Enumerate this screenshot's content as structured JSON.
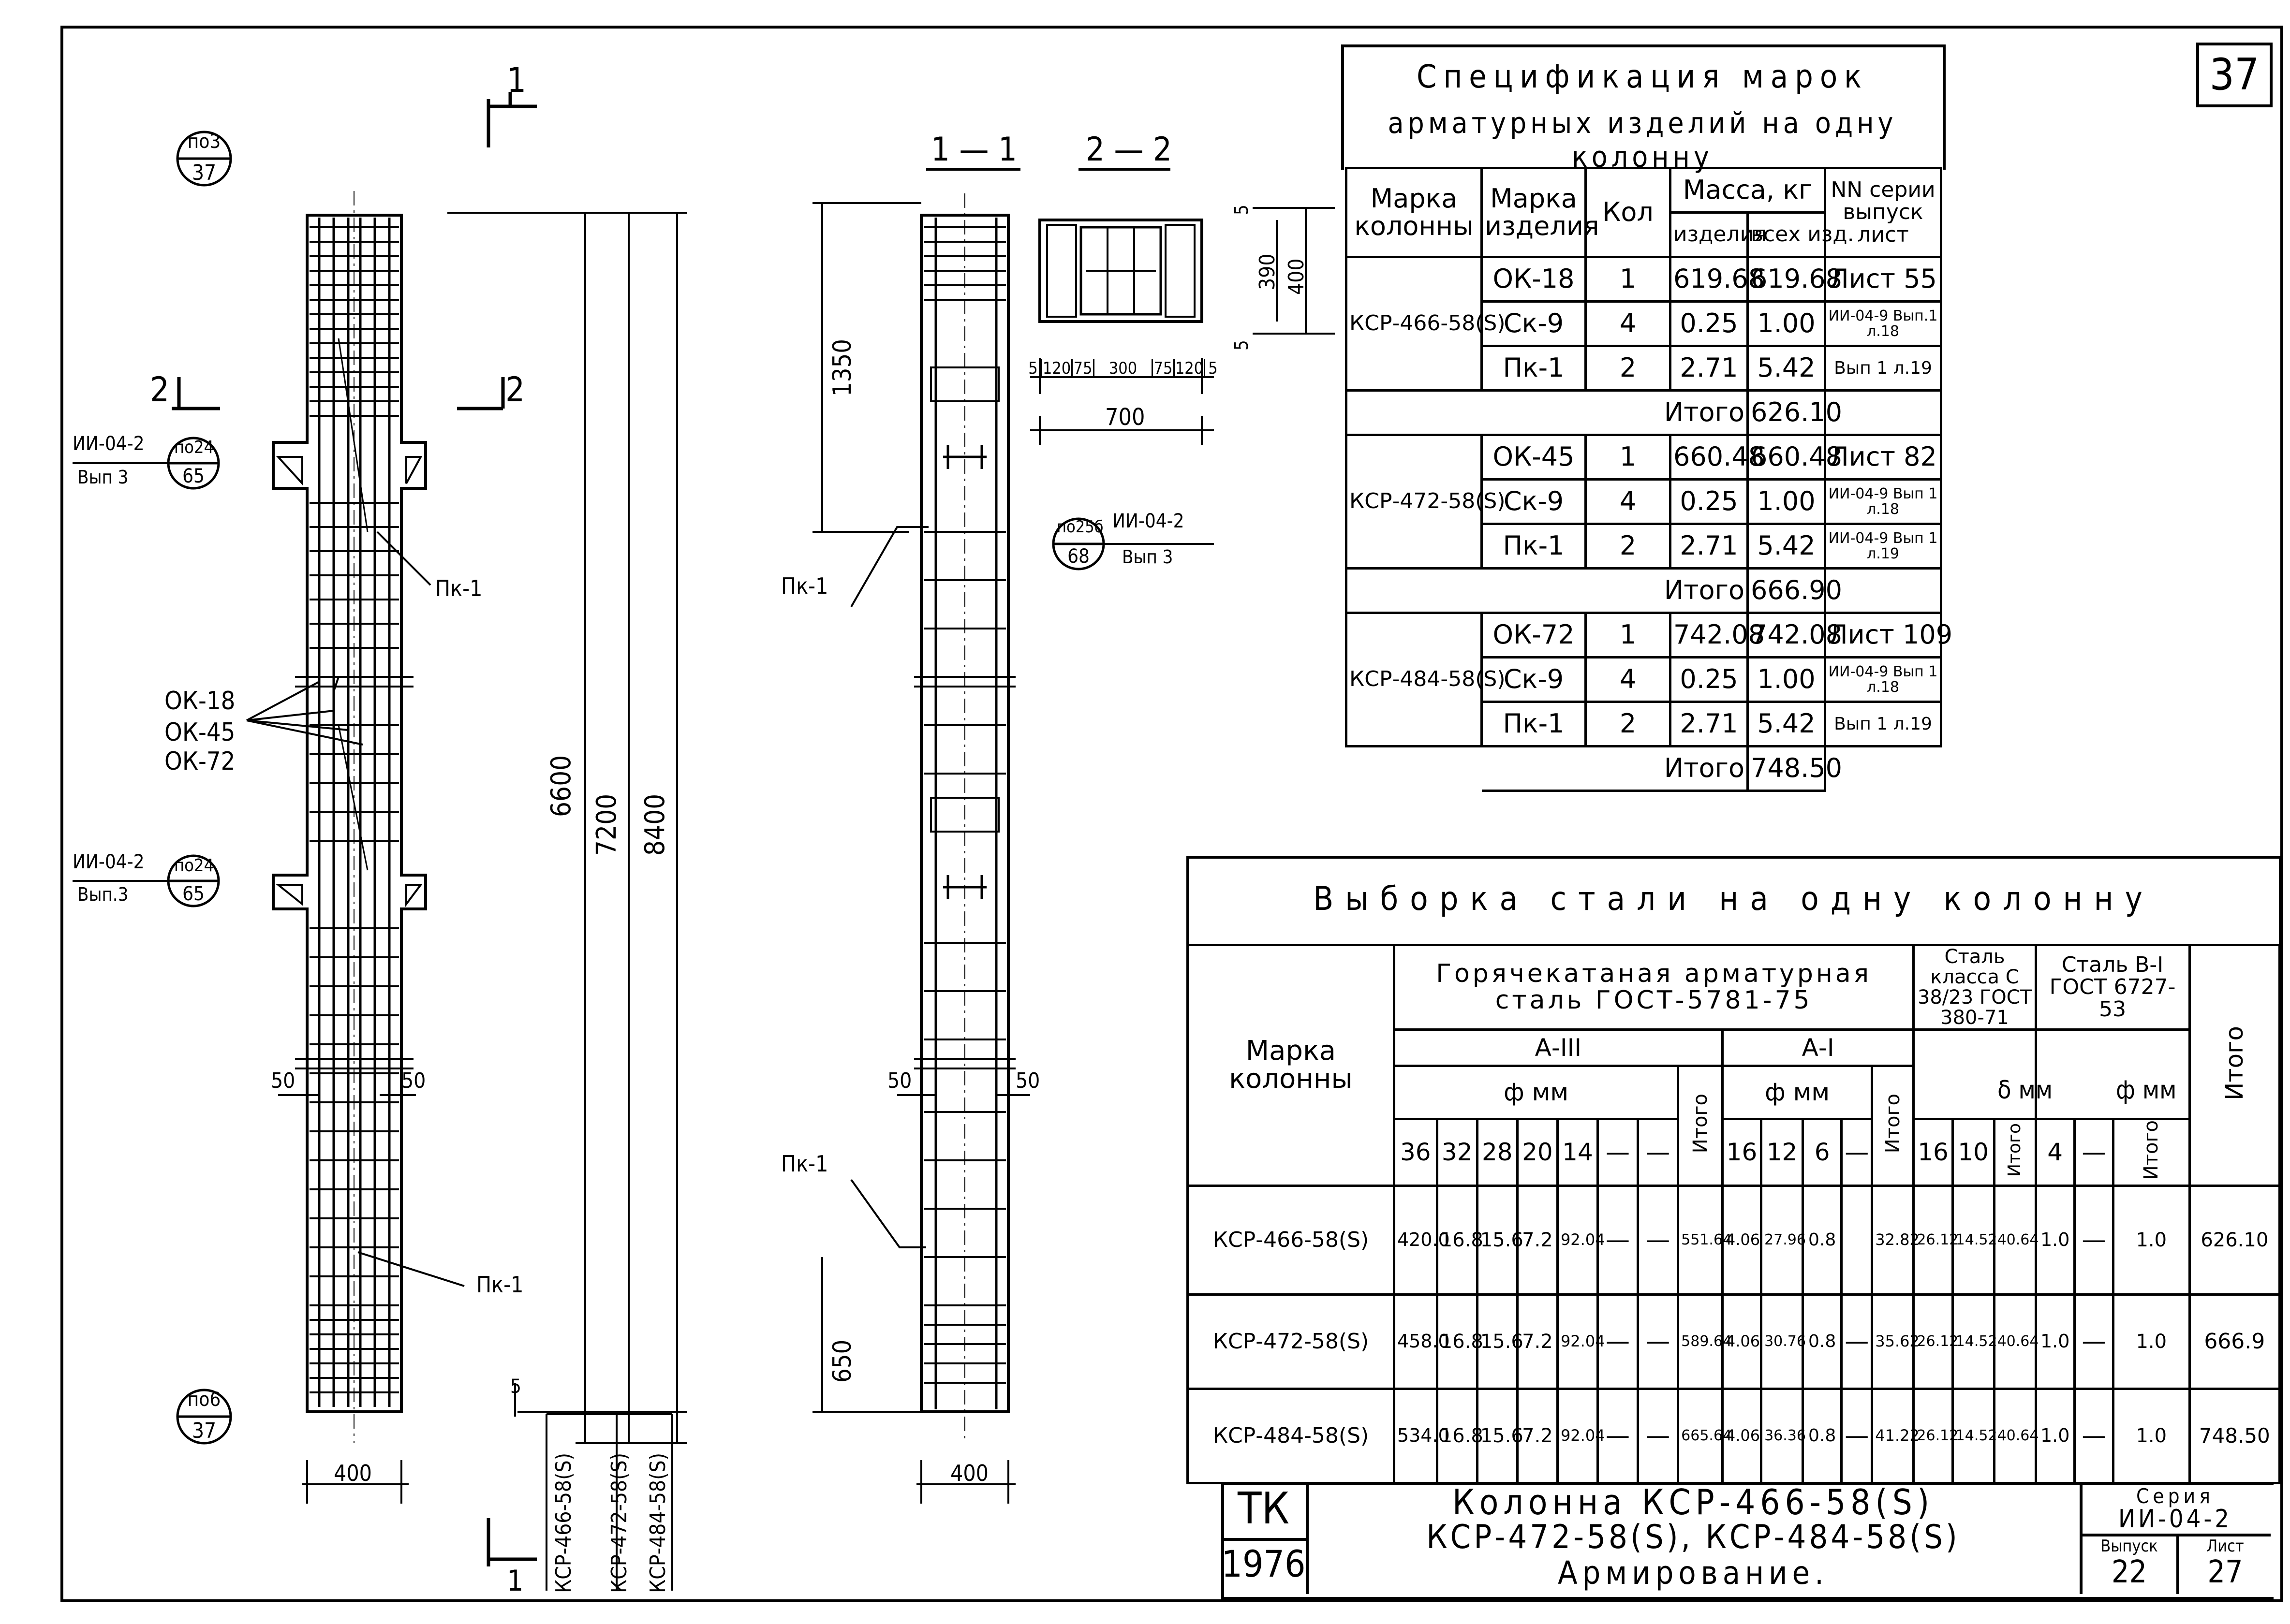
{
  "sheet_number": "37",
  "spec": {
    "title_line1": "Спецификация марок",
    "title_line2": "арматурных изделий на одну колонну",
    "headers": {
      "marka_kolonny": "Марка колонны",
      "marka_izdeliya": "Марка изделия",
      "kol": "Кол",
      "massa": "Масса, кг",
      "izdeliya": "изделия",
      "vseh": "всех изд.",
      "nn": "NN серии выпуск лист"
    },
    "groups": [
      {
        "column": "КСР-466-58(S)",
        "rows": [
          {
            "item": "ОК-18",
            "qty": "1",
            "mass": "619.68",
            "total": "619.68",
            "ref": "Лист 55"
          },
          {
            "item": "Ск-9",
            "qty": "4",
            "mass": "0.25",
            "total": "1.00",
            "ref": "ИИ-04-9 Вып.1 л.18"
          },
          {
            "item": "Пк-1",
            "qty": "2",
            "mass": "2.71",
            "total": "5.42",
            "ref": "Вып 1 л.19"
          }
        ],
        "itogo_label": "Итого",
        "itogo": "626.10"
      },
      {
        "column": "КСР-472-58(S)",
        "rows": [
          {
            "item": "ОК-45",
            "qty": "1",
            "mass": "660.48",
            "total": "660.48",
            "ref": "Лист 82"
          },
          {
            "item": "Ск-9",
            "qty": "4",
            "mass": "0.25",
            "total": "1.00",
            "ref": "ИИ-04-9 Вып 1 л.18"
          },
          {
            "item": "Пк-1",
            "qty": "2",
            "mass": "2.71",
            "total": "5.42",
            "ref": "ИИ-04-9 Вып 1 л.19"
          }
        ],
        "itogo_label": "Итого",
        "itogo": "666.90"
      },
      {
        "column": "КСР-484-58(S)",
        "rows": [
          {
            "item": "ОК-72",
            "qty": "1",
            "mass": "742.08",
            "total": "742.08",
            "ref": "Лист 109"
          },
          {
            "item": "Ск-9",
            "qty": "4",
            "mass": "0.25",
            "total": "1.00",
            "ref": "ИИ-04-9 Вып 1 л.18"
          },
          {
            "item": "Пк-1",
            "qty": "2",
            "mass": "2.71",
            "total": "5.42",
            "ref": "Вып 1 л.19"
          }
        ],
        "itogo_label": "Итого",
        "itogo": "748.50"
      }
    ]
  },
  "steel": {
    "title": "Выборка стали на одну колонну",
    "marka_kolonny": "Марка колонны",
    "hot_rolled": "Горячекатаная арматурная сталь ГОСТ-5781-75",
    "class_c": "Сталь класса С 38/23 ГОСТ 380-71",
    "class_b": "Сталь В-I ГОСТ 6727-53",
    "a3": "А-III",
    "a1": "А-I",
    "phi_mm": "ф мм",
    "delta_mm": "δ мм",
    "itogo": "Итого",
    "dash": "—",
    "diam_a3": [
      "36",
      "32",
      "28",
      "20",
      "14",
      "—",
      "—"
    ],
    "diam_a1": [
      "16",
      "12",
      "6",
      "—"
    ],
    "diam_c": [
      "16",
      "10"
    ],
    "diam_b": [
      "4",
      "—"
    ],
    "rows": [
      {
        "column": "КСР-466-58(S)",
        "a3": [
          "420.0",
          "16.8",
          "15.6",
          "7.2",
          "92.04",
          "—",
          "—"
        ],
        "a3_total": "551.64",
        "a1": [
          "4.06",
          "27.96",
          "0.8",
          ""
        ],
        "a1_total": "32.82",
        "c": [
          "26.12",
          "14.52"
        ],
        "c_total": "40.64",
        "b": [
          "1.0",
          "—"
        ],
        "b_total": "1.0",
        "total": "626.10"
      },
      {
        "column": "КСР-472-58(S)",
        "a3": [
          "458.0",
          "16.8",
          "15.6",
          "7.2",
          "92.04",
          "—",
          "—"
        ],
        "a3_total": "589.64",
        "a1": [
          "4.06",
          "30.76",
          "0.8",
          "—"
        ],
        "a1_total": "35.62",
        "c": [
          "26.12",
          "14.52"
        ],
        "c_total": "40.64",
        "b": [
          "1.0",
          "—"
        ],
        "b_total": "1.0",
        "total": "666.9"
      },
      {
        "column": "КСР-484-58(S)",
        "a3": [
          "534.0",
          "16.8",
          "15.6",
          "7.2",
          "92.04",
          "—",
          "—"
        ],
        "a3_total": "665.64",
        "a1": [
          "4.06",
          "36.36",
          "0.8",
          "—"
        ],
        "a1_total": "41.22",
        "c": [
          "26.12",
          "14.52"
        ],
        "c_total": "40.64",
        "b": [
          "1.0",
          "—"
        ],
        "b_total": "1.0",
        "total": "748.50"
      }
    ]
  },
  "title_block": {
    "org": "ТК",
    "year": "1976",
    "line1": "Колонна КСР-466-58(S)",
    "line2": "КСР-472-58(S), КСР-484-58(S)",
    "line3": "Армирование.",
    "seriya_label": "Серия",
    "seriya": "ИИ-04-2",
    "vypusk_label": "Выпуск",
    "vypusk": "22",
    "list_label": "Лист",
    "list": "27"
  },
  "drawing": {
    "section_1": "1",
    "section_2": "2",
    "section_1_1": "1 — 1",
    "section_2_2": "2 — 2",
    "po3": "по3",
    "po3_sheet": "37",
    "po6": "по6",
    "po6_sheet": "37",
    "ii042": "ИИ-04-2",
    "vyp3": "Вып 3",
    "vyp3_dot": "Вып.3",
    "po24": "по24",
    "po24_sheet": "65",
    "po25b": "по25б",
    "po25b_sheet": "68",
    "pk1": "Пк-1",
    "ok18": "ОК-18",
    "ok45": "ОК-45",
    "ok72": "ОК-72",
    "dim_6600": "6600",
    "dim_7200": "7200",
    "dim_8400": "8400",
    "dim_50": "50",
    "dim_400": "400",
    "dim_5": "5",
    "dim_1350": "1350",
    "dim_650": "650",
    "dim_390": "390",
    "dim_700": "700",
    "dim_chain": [
      "5",
      "120",
      "75",
      "300",
      "75",
      "120",
      "5"
    ],
    "col_466": "КСР-466-58(S)",
    "col_472": "КСР-472-58(S)",
    "col_484": "КСР-484-58(S)"
  }
}
